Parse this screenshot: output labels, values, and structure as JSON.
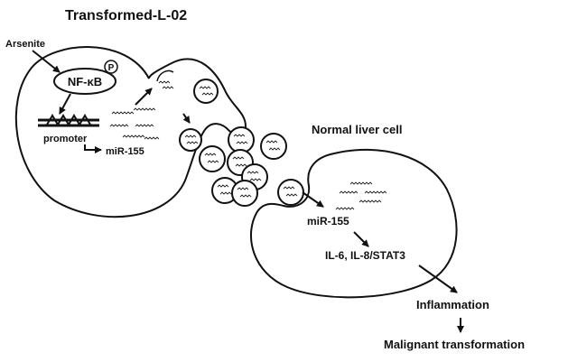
{
  "cells": {
    "transformed": "Transformed-L-02",
    "normal": "Normal liver cell"
  },
  "labels": {
    "arsenite": "Arsenite",
    "nfkb": "NF-κB",
    "phospho": "P",
    "promoter": "promoter",
    "mir155_source": "miR-155",
    "mir155_target": "miR-155",
    "signaling": "IL-6, IL-8/STAT3",
    "inflammation": "Inflammation",
    "malignant": "Malignant transformation"
  }
}
